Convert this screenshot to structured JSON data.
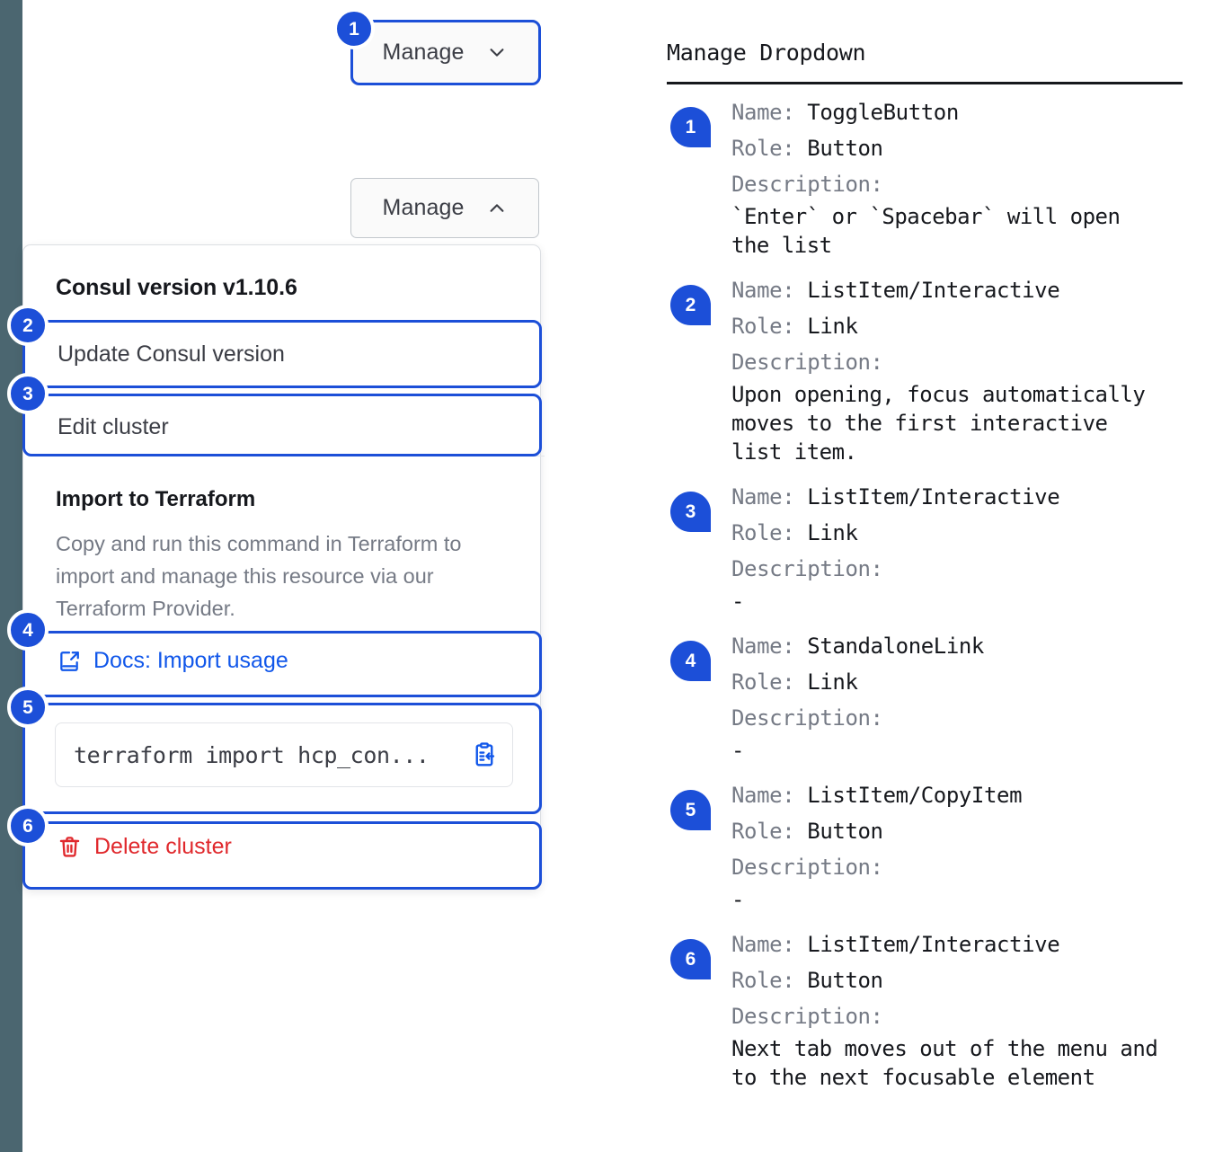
{
  "colors": {
    "accent_blue": "#1c4fd8",
    "link_blue": "#1157ea",
    "danger_red": "#e0282c",
    "rail": "#4b6670",
    "text": "#16181d",
    "muted": "#757a85"
  },
  "buttons": {
    "manage_collapsed_label": "Manage",
    "manage_expanded_label": "Manage"
  },
  "dropdown": {
    "version_heading": "Consul version v1.10.6",
    "update_label": "Update Consul version",
    "edit_label": "Edit cluster",
    "terraform_title": "Import to Terraform",
    "terraform_desc": "Copy and run this command in Terraform to import and manage this resource via our Terraform Provider.",
    "docs_link_label": "Docs: Import usage",
    "command": "terraform import hcp_con...",
    "delete_label": "Delete cluster"
  },
  "markers": {
    "m1": "1",
    "m2": "2",
    "m3": "3",
    "m4": "4",
    "m5": "5",
    "m6": "6"
  },
  "doc_panel": {
    "title": "Manage Dropdown",
    "label_name": "Name:",
    "label_role": "Role:",
    "label_description": "Description:",
    "items": [
      {
        "num": "1",
        "name": "ToggleButton",
        "role": "Button",
        "description": "`Enter` or `Spacebar` will open\nthe list"
      },
      {
        "num": "2",
        "name": "ListItem/Interactive",
        "role": "Link",
        "description": "Upon opening, focus automatically\nmoves to the first interactive\nlist item."
      },
      {
        "num": "3",
        "name": "ListItem/Interactive",
        "role": "Link",
        "description": "-"
      },
      {
        "num": "4",
        "name": "StandaloneLink",
        "role": "Link",
        "description": "-"
      },
      {
        "num": "5",
        "name": "ListItem/CopyItem",
        "role": "Button",
        "description": "-"
      },
      {
        "num": "6",
        "name": "ListItem/Interactive",
        "role": "Button",
        "description": "Next tab moves out of the menu and\nto the next focusable element"
      }
    ]
  }
}
